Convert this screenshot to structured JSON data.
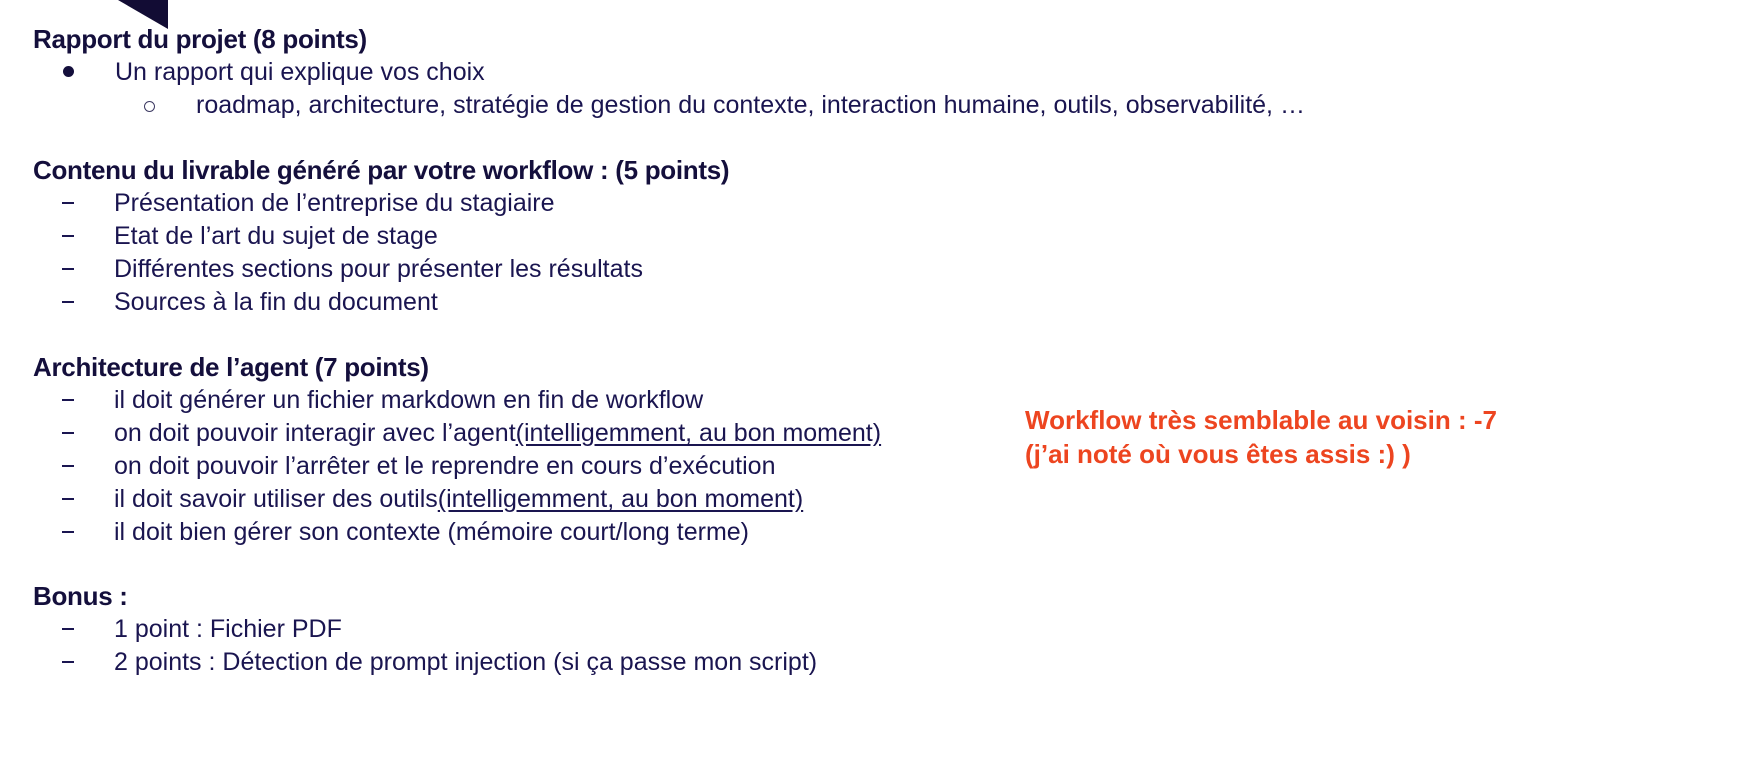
{
  "slide": {
    "colors": {
      "text_navy": "#140F3C",
      "accent_orange": "#ED4520",
      "background": "#FFFFFF"
    },
    "sections": [
      {
        "heading": "Rapport du projet  (8 points)",
        "items": [
          {
            "marker": "disc",
            "text": "Un rapport qui explique vos choix"
          },
          {
            "marker": "circle",
            "text": "roadmap, architecture, stratégie de gestion du contexte, interaction humaine, outils, observabilité, …"
          }
        ]
      },
      {
        "heading": "Contenu du livrable généré par votre workflow : (5 points)",
        "items": [
          {
            "marker": "dash",
            "text": "Présentation de l’entreprise du stagiaire"
          },
          {
            "marker": "dash",
            "text": "Etat de l’art du sujet de stage"
          },
          {
            "marker": "dash",
            "text": "Différentes sections pour présenter les résultats"
          },
          {
            "marker": "dash",
            "text": "Sources à la fin du document"
          }
        ]
      },
      {
        "heading": "Architecture de l’agent (7 points)",
        "items": [
          {
            "marker": "dash",
            "text": "il doit générer un fichier markdown en fin de workflow"
          },
          {
            "marker": "dash",
            "text_before": "on doit pouvoir interagir avec l’agent ",
            "text_underlined": "(intelligemment, au bon moment)",
            "text_after": ""
          },
          {
            "marker": "dash",
            "text": "on doit pouvoir l’arrêter et le reprendre en cours d’exécution"
          },
          {
            "marker": "dash",
            "text_before": "il doit savoir utiliser des outils ",
            "text_underlined": "(intelligemment, au bon moment)",
            "text_after": ""
          },
          {
            "marker": "dash",
            "text": "il doit bien gérer son contexte (mémoire court/long terme)"
          }
        ]
      },
      {
        "heading": "Bonus :",
        "items": [
          {
            "marker": "dash",
            "text": "1 point : Fichier PDF"
          },
          {
            "marker": "dash",
            "text": "2 points : Détection de prompt injection (si ça passe mon script)"
          }
        ]
      }
    ],
    "annotation": {
      "line1": "Workflow très semblable au voisin : -7",
      "line2": "(j’ai noté où vous êtes assis :) )"
    }
  }
}
